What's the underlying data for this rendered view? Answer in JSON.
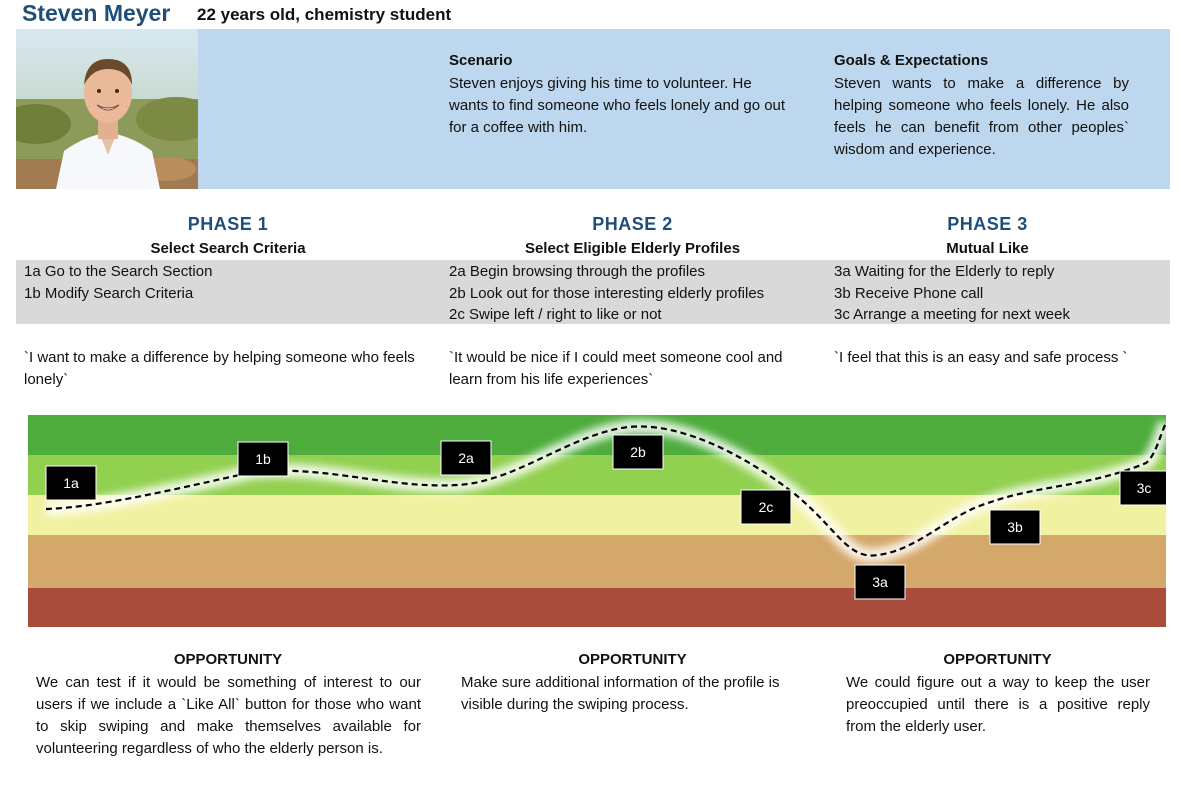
{
  "persona": {
    "name": "Steven Meyer",
    "subtitle": "22 years old, chemistry student",
    "scenario_title": "Scenario",
    "scenario_text": "Steven enjoys giving his time to volunteer. He wants to find someone who feels lonely and go out for a coffee with him.",
    "goals_title": "Goals & Expectations",
    "goals_text": "Steven wants to make a difference by helping someone who feels lonely. He also feels he can benefit from other peoples` wisdom and experience."
  },
  "phases": [
    {
      "title": "PHASE  1",
      "subtitle": "Select Search Criteria",
      "steps": [
        "1a Go to the Search Section",
        "1b Modify Search Criteria"
      ],
      "quote": "`I want to make a difference by helping someone who feels lonely`",
      "opportunity_title": "OPPORTUNITY",
      "opportunity_text": "We can test if it would be something of interest to our users if we include a `Like All` button for those who want to skip swiping and make themselves available for volunteering regardless of who the elderly person is."
    },
    {
      "title": "PHASE  2",
      "subtitle": "Select Eligible Elderly Profiles",
      "steps": [
        "2a Begin browsing through the profiles",
        "2b Look out for those interesting elderly profiles",
        "2c Swipe left / right to like or not"
      ],
      "quote": "`It would be nice if I could meet someone cool and learn from his life experiences`",
      "opportunity_title": "OPPORTUNITY",
      "opportunity_text": "Make sure additional information of the profile is visible during the swiping process."
    },
    {
      "title": "PHASE  3",
      "subtitle": "Mutual Like",
      "steps": [
        "3a Waiting for the Elderly to reply",
        "3b Receive Phone call",
        "3c Arrange a meeting for next week"
      ],
      "quote": "`I feel that this is an easy and safe process `",
      "opportunity_title": "OPPORTUNITY",
      "opportunity_text": "We could figure out a way to keep the user preoccupied until there is a positive reply from the elderly user."
    }
  ],
  "emotion_chart": {
    "band_colors": [
      "#4eac3c",
      "#92d050",
      "#f1f1a2",
      "#d4a76a",
      "#a94c3c"
    ],
    "labels": [
      "1a",
      "1b",
      "2a",
      "2b",
      "2c",
      "3a",
      "3b",
      "3c"
    ]
  }
}
